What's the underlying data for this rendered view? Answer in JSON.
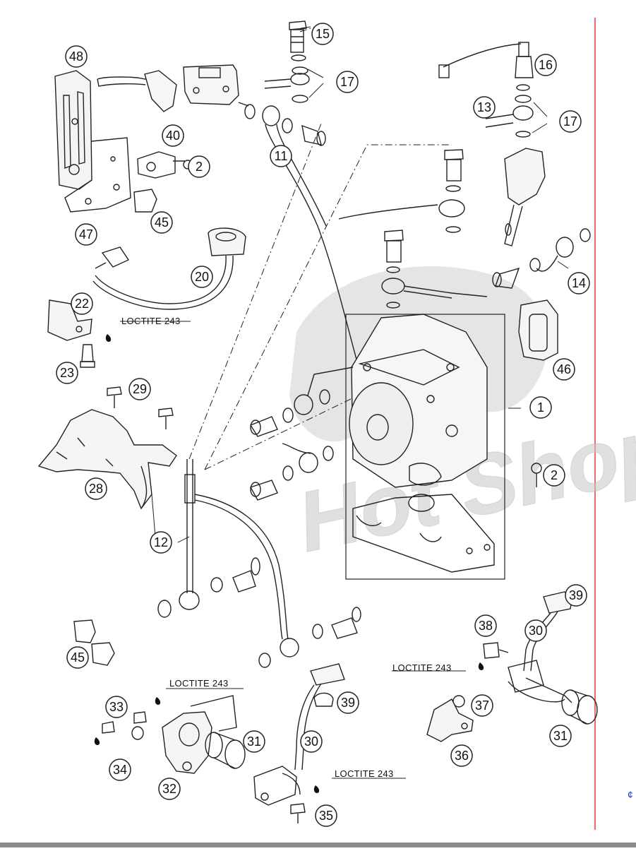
{
  "diagram": {
    "callouts": [
      "48",
      "15",
      "17",
      "16",
      "13",
      "17",
      "40",
      "2",
      "11",
      "45",
      "47",
      "20",
      "22",
      "23",
      "29",
      "28",
      "12",
      "14",
      "46",
      "1",
      "2",
      "39",
      "30",
      "38",
      "45",
      "33",
      "34",
      "32",
      "31",
      "30",
      "39",
      "35",
      "37",
      "36",
      "31"
    ],
    "notes": [
      "LOCTITE 243",
      "LOCTITE 243",
      "LOCTITE 243",
      "LOCTITE 243"
    ],
    "watermark": "Hot Shop",
    "edge_glyph": "¢",
    "colors": {
      "line": "#222222",
      "margin_line": "#e23b3b",
      "watermark": "#c8c8c8",
      "bottom_bar": "#8a8a8a"
    }
  }
}
